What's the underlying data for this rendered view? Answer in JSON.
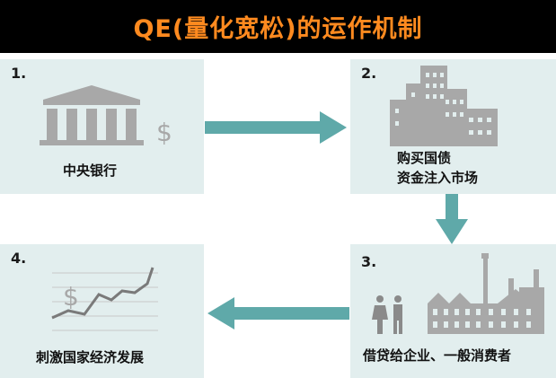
{
  "title": "QE(量化宽松)的运作机制",
  "colors": {
    "title": "#ff8a1f",
    "panel": "#e2eeee",
    "arrow": "#5fa9a9",
    "icon": "#a8a8a8"
  },
  "steps": [
    {
      "number": "1.",
      "label": "中央银行",
      "icon": "bank-icon"
    },
    {
      "number": "2.",
      "label_line1": "购买国债",
      "label_line2": "资金注入市场",
      "icon": "buildings-icon"
    },
    {
      "number": "3.",
      "label": "借贷给企业、一般消费者",
      "icon": "factory-people-icon"
    },
    {
      "number": "4.",
      "label": "刺激国家经济发展",
      "icon": "growth-chart-icon"
    }
  ],
  "icon_labels": {
    "dollar": "$"
  }
}
